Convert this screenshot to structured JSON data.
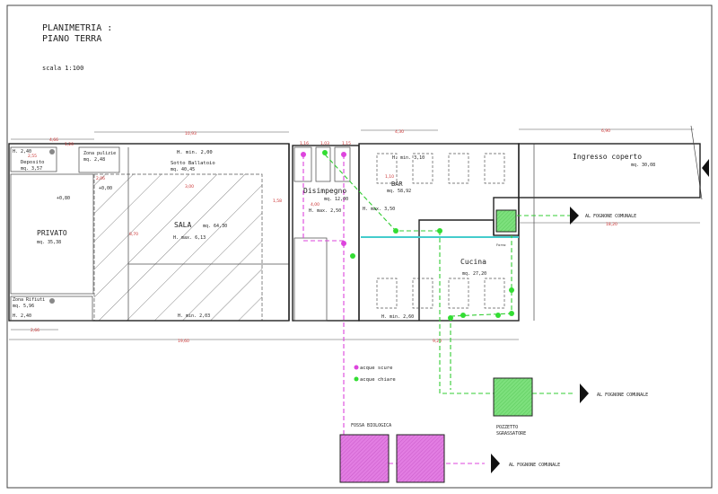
{
  "title": {
    "line1": "PLANIMETRIA  :",
    "line2": "PIANO TERRA",
    "scale": "scala 1:100"
  },
  "rooms": {
    "deposito": {
      "name": "Deposito",
      "area": "mq. 3,57",
      "height": "H. 2,40"
    },
    "zona_pulizie": {
      "name": "Zona pulizie",
      "area": "mq. 2,48"
    },
    "sotto_ballatoio": {
      "name": "Sotto Ballatoio",
      "area": "mq. 40,45",
      "height": "H. min. 2,00"
    },
    "privato": {
      "name": "PRIVATO",
      "area": "mq. 35,38",
      "level": "+0,80"
    },
    "sala": {
      "name": "SALA",
      "area": "mq. 64,30",
      "height": "H. max. 6,13",
      "height_min": "H. min. 2,03",
      "level": "+0,00"
    },
    "zona_rifiuti": {
      "name": "Zona Rifiuti",
      "area": "mq. 5,96",
      "height": "H. 2,40"
    },
    "disimpegno": {
      "name": "Disimpegno",
      "area": "mq. 12,00",
      "height": "H. max. 2,50"
    },
    "bar": {
      "name": "BAR",
      "area": "mq. 58,92",
      "height_min": "H. min. 3,10",
      "height_max": "H. max. 3,50",
      "height_low": "H. min. 2,60"
    },
    "cucina": {
      "name": "Cucina",
      "area": "mq. 27,20"
    },
    "ingresso": {
      "name": "Ingresso coperto",
      "area": "mq. 30,08"
    },
    "forno": {
      "name": "Forno"
    }
  },
  "dimensions": {
    "d1": "4,66",
    "d2": "1,20",
    "d3": "10,93",
    "d4": "1,16",
    "d5": "1,03",
    "d6": "1,15",
    "d7": "4,30",
    "d8": "6,90",
    "d9": "19,60",
    "d10": "9,20",
    "d11": "18,20",
    "d12": "2,66",
    "d13": "4,00",
    "d14": "1,58",
    "d15": "3,00",
    "d16": "1,10",
    "d17": "2,55",
    "d18": "2,06",
    "d19": "8,70"
  },
  "legend": {
    "dark_water": "acque scure",
    "clear_water": "acque chiare"
  },
  "labels": {
    "sewer1": "AL FOGNONE COMUNALE",
    "sewer2": "AL FOGNONE COMUNALE",
    "sewer3": "AL FOGNONE COMUNALE",
    "fossa": "FOSSA BIOLOGICA",
    "pozzetto1": "POZZETTO",
    "pozzetto2": "SGRASSATORE"
  },
  "colors": {
    "dark_water": "#dd44dd",
    "clear_water": "#33dd33",
    "line": "#44cccc"
  }
}
